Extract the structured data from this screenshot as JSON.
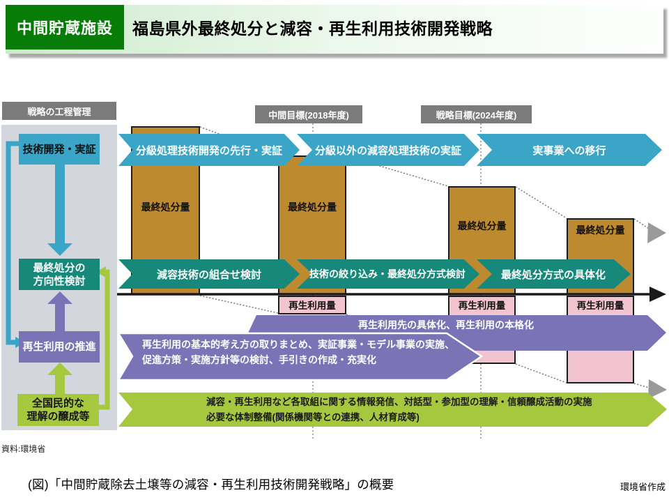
{
  "header": {
    "badge": "中間貯蔵施設",
    "title": "福島県外最終処分と減容・再生利用技術開発戦略"
  },
  "process_label": "戦略の工程管理",
  "milestones": [
    {
      "label": "中間目標(2018年度)"
    },
    {
      "label": "戦略目標(2024年度)"
    }
  ],
  "sidebar": {
    "tech": "技術開発・実証",
    "disposal_direction": "最終処分の\n方向性検討",
    "recycle_promotion": "再生利用の推進",
    "public_understanding": "全国民的な\n理解の醸成等"
  },
  "blue_arrows": [
    "分級処理技術開発の先行・実証",
    "分級以外の減容処理技術の実証",
    "実事業への移行"
  ],
  "teal_arrows": [
    "減容技術の組合せ検討",
    "技術の絞り込み・最終処分方式検討",
    "最終処分方式の具体化"
  ],
  "disposal_boxes": [
    "最終処分量",
    "最終処分量",
    "最終処分量",
    "最終処分量"
  ],
  "recycle_boxes": [
    "再生利用量",
    "再生利用量",
    "再生利用量"
  ],
  "purple_banner_main": "再生利用の基本的考え方の取りまとめ、実証事業・モデル事業の実施、\n促進方策・実施方針等の検討、手引きの作成・充実化",
  "purple_banner_late": "再生利用先の具体化、再生利用の本格化",
  "green_banner": "減容・再生利用など各取組に関する情報発信、対話型・参加型の理解・信頼醸成活動の実施\n必要な体制整備(関係機関等との連携、人材育成等)",
  "footer": {
    "source": "資料:環境省",
    "caption": "(図)「中間貯蔵除去土壌等の減容・再生利用技術開発戦略」の概要",
    "credit": "環境省作成"
  },
  "colors": {
    "header_green": "#077d07",
    "accent_blue": "#3aa5c6",
    "teal": "#17897b",
    "brown": "#bd8a30",
    "pink": "#f2c4cf",
    "purple": "#7a73b6",
    "green": "#a5c83e",
    "label_gray": "#7b7b7b",
    "panel_gray": "#d3d6dc"
  }
}
